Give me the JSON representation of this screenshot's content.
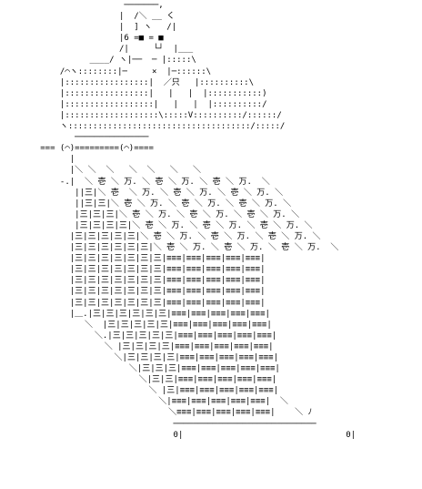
{
  "art": {
    "lines": [
      "                    ───────,",
      "                   |  /＼ __ く",
      "                   |  ] ヽ   /|",
      "                   |6 =■ = ■",
      "                   /|     └┘  |___",
      "             ____/ ヽ|──  ─ |:::::\\",
      "       /⌒ヽ::::::::|─     ×  |─::::::\\",
      "       |:::::::::::::::::|  ／只   |::::::::::\\",
      "       |:::::::::::::::::|   |   |  |:::::::::::)",
      "       |::::::::::::::::::|   |   |  |::::::::::/",
      "       |:::::::::::::::::::\\:::::V::::::::::/::::::/",
      "       ヽ:::::::::::::::::::::::::::::::::::::/:::::/",
      "          ───────────────",
      "   === (⌒)=========(⌒)====",
      "         |",
      "         |＼ ＼  ＼   ＼  ＼   ＼   ＼",
      "       -.|  ＼ 壱 ＼ 万. ＼ 壱 ＼ 万. ＼ 壱 ＼ 万.  ＼",
      "          ||三|＼ 壱  ＼ 万. ＼ 壱 ＼ 万. ＼ 壱 ＼ 万. ＼",
      "          ||三|三|＼ 壱 ＼ 万. ＼ 壱 ＼ 万. ＼ 壱 ＼ 万. ＼",
      "          |三|三|三|＼ 壱 ＼ 万. ＼ 壱 ＼ 万. ＼ 壱 ＼ 万. ＼",
      "          |三|三|三|三|＼ 壱 ＼ 万. ＼ 壱 ＼ 万. ＼ 壱 ＼ 万. ＼",
      "         |三|三|三|三|三|＼ 壱 ＼ 万. ＼ 壱 ＼ 万. ＼ 壱 ＼ 万. ＼",
      "         |三|三|三|三|三|三|＼ 壱 ＼ 万. ＼ 壱 ＼ 万. ＼ 壱 ＼ 万.  ＼",
      "         |三|三|三|三|三|三|三|≡≡≡|≡≡≡|≡≡≡|≡≡≡|≡≡≡|",
      "         |三|三|三|三|三|三|三|≡≡≡|≡≡≡|≡≡≡|≡≡≡|≡≡≡|",
      "         |三|三|三|三|三|三|三|≡≡≡|≡≡≡|≡≡≡|≡≡≡|≡≡≡|",
      "         |三|三|三|三|三|三|三|≡≡≡|≡≡≡|≡≡≡|≡≡≡|≡≡≡|",
      "         |三|三|三|三|三|三|三|≡≡≡|≡≡≡|≡≡≡|≡≡≡|≡≡≡|",
      "         |＿.|三|三|三|三|三|三|≡≡≡|≡≡≡|≡≡≡|≡≡≡|≡≡≡|",
      "            ＼  |三|三|三|三|三|≡≡≡|≡≡≡|≡≡≡|≡≡≡|≡≡≡|",
      "              ＼.|三|三|三|三|三|≡≡≡|≡≡≡|≡≡≡|≡≡≡|≡≡≡|",
      "                ＼ |三|三|三|三|≡≡≡|≡≡≡|≡≡≡|≡≡≡|≡≡≡|",
      "                  ＼|三|三|三|三|≡≡≡|≡≡≡|≡≡≡|≡≡≡|≡≡≡|",
      "                     ＼|三|三|三|≡≡≡|≡≡≡|≡≡≡|≡≡≡|≡≡≡|",
      "                       ＼|三|三|≡≡≡|≡≡≡|≡≡≡|≡≡≡|≡≡≡|",
      "                         ＼ |三|≡≡≡|≡≡≡|≡≡≡|≡≡≡|≡≡≡|",
      "                           ＼|≡≡≡|≡≡≡|≡≡≡|≡≡≡|≡≡≡|  ＼",
      "                             ＼≡≡≡|≡≡≡|≡≡≡|≡≡≡|≡≡≡|    ＼ ﾉ",
      "                              ─────────────────────────────",
      "                              0|                                 0|"
    ]
  }
}
